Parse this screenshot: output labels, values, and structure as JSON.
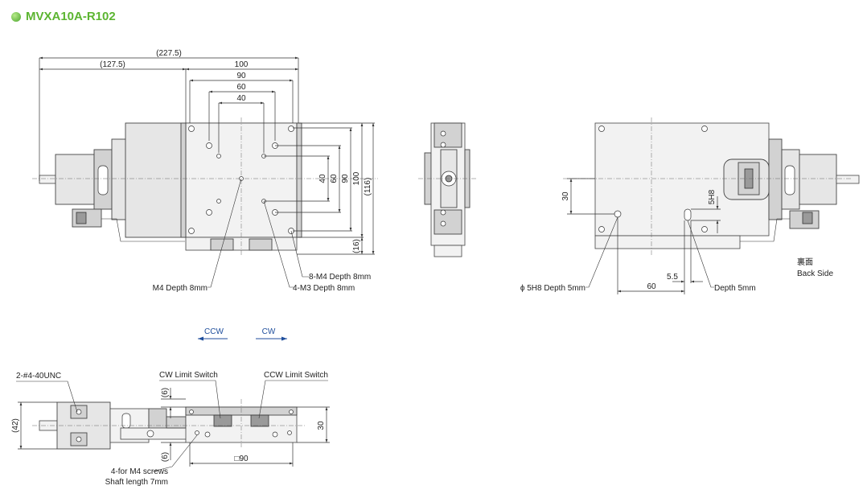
{
  "title": "MVXA10A-R102",
  "top_view": {
    "dim_overall": "(227.5)",
    "dim_motor": "(127.5)",
    "dim_100": "100",
    "dim_90": "90",
    "dim_60": "60",
    "dim_40": "40",
    "vdim_40": "40",
    "vdim_60": "60",
    "vdim_90": "90",
    "vdim_100": "100",
    "vdim_116": "(116)",
    "vdim_16": "(16)",
    "callout_m4_8": "8-M4 Depth 8mm",
    "callout_m3": "4-M3 Depth 8mm",
    "callout_m4": "M4 Depth 8mm"
  },
  "back_view": {
    "label_jp": "裏面",
    "label_en": "Back Side",
    "dim_30": "30",
    "dim_5h8_slot": "5H8",
    "dim_60": "60",
    "dim_5_5": "5.5",
    "callout_phi": "ϕ 5H8 Depth 5mm",
    "callout_depth": "Depth 5mm"
  },
  "direction": {
    "ccw": "CCW",
    "cw": "CW"
  },
  "side_view": {
    "unc": "2-#4-40UNC",
    "cw_switch": "CW Limit Switch",
    "ccw_switch": "CCW Limit Switch",
    "dim_42": "(42)",
    "dim_6_top": "(6)",
    "dim_6_bot": "(6)",
    "dim_30": "30",
    "dim_sq90": "□90",
    "screws_line1": "4-for M4 screws",
    "screws_line2": "Shaft length 7mm"
  },
  "colors": {
    "accent": "#5cb531",
    "arrow": "#1f4e9c",
    "direction_text": "#1f4e9c"
  }
}
